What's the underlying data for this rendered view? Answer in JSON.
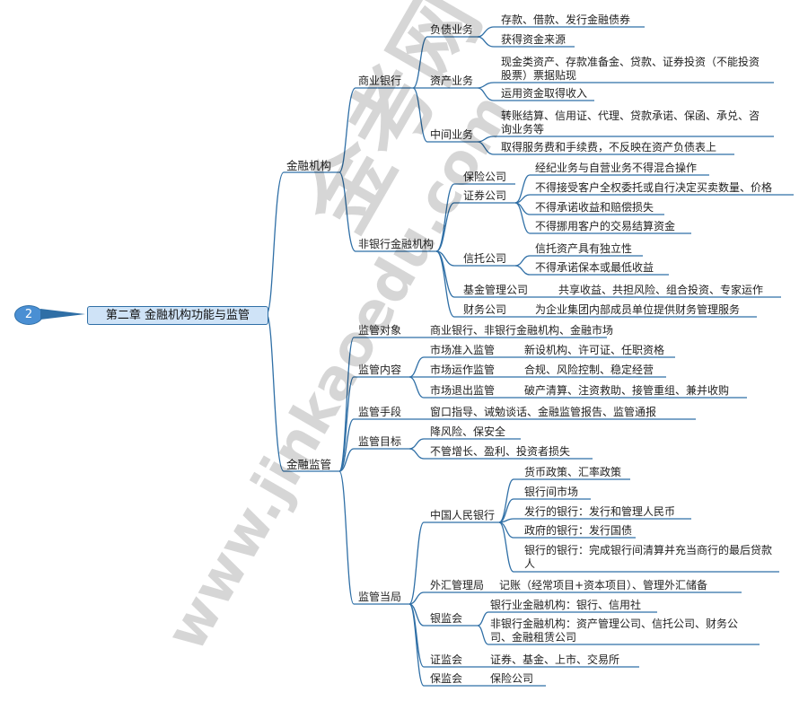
{
  "badge": "2",
  "root": "第二章 金融机构功能与监管",
  "watermark": [
    "金考网",
    "www.jinkaoedu.com"
  ],
  "colors": {
    "line": "#2f6fa6",
    "root_fill": "#cfe3f7",
    "badge_fill": "#4a8fd3"
  },
  "labels": {
    "fin_inst": "金融机构",
    "commercial_bank": "商业银行",
    "liability": "负债业务",
    "liab_1": "存款、借款、发行金融债券",
    "liab_2": "获得资金来源",
    "asset": "资产业务",
    "asset_1": "现金类资产、存款准备金、贷款、证券投资（不能投资股票）票据贴现",
    "asset_2": "运用资金取得收入",
    "middle": "中间业务",
    "mid_1": "转账结算、信用证、代理、贷款承诺、保函、承兑、咨询业务等",
    "mid_2": "取得服务费和手续费，不反映在资产负债表上",
    "nonbank": "非银行金融机构",
    "insurance": "保险公司",
    "securities": "证券公司",
    "sec_1": "经纪业务与自营业务不得混合操作",
    "sec_2": "不得接受客户全权委托或自行决定买卖数量、价格",
    "sec_3": "不得承诺收益和赔偿损失",
    "sec_4": "不得挪用客户的交易结算资金",
    "trust": "信托公司",
    "trust_1": "信托资产具有独立性",
    "trust_2": "不得承诺保本或最低收益",
    "fund": "基金管理公司",
    "fund_1": "共享收益、共担风险、组合投资、专家运作",
    "finance_co": "财务公司",
    "finance_1": "为企业集团内部成员单位提供财务管理服务",
    "regulation": "金融监管",
    "reg_object": "监管对象",
    "reg_object_1": "商业银行、非银行金融机构、金融市场",
    "reg_content": "监管内容",
    "entry": "市场准入监管",
    "entry_1": "新设机构、许可证、任职资格",
    "operation": "市场运作监管",
    "operation_1": "合规、风险控制、稳定经营",
    "exit": "市场退出监管",
    "exit_1": "破产清算、注资救助、接管重组、兼并收购",
    "reg_means": "监管手段",
    "reg_means_1": "窗口指导、诫勉谈话、金融监管报告、监管通报",
    "reg_goal": "监管目标",
    "goal_1": "降风险、保安全",
    "goal_2": "不管增长、盈利、投资者损失",
    "reg_authority": "监管当局",
    "pboc": "中国人民银行",
    "pboc_1": "货币政策、汇率政策",
    "pboc_2": "银行间市场",
    "pboc_3": "发行的银行：发行和管理人民币",
    "pboc_4": "政府的银行：发行国债",
    "pboc_5": "银行的银行：完成银行间清算并充当商行的最后贷款人",
    "safe": "外汇管理局",
    "safe_1": "记账（经常项目+资本项目）、管理外汇储备",
    "cbrc": "银监会",
    "cbrc_1": "银行业金融机构：银行、信用社",
    "cbrc_2": "非银行金融机构：资产管理公司、信托公司、财务公司、金融租赁公司",
    "csrc": "证监会",
    "csrc_1": "证券、基金、上市、交易所",
    "circ": "保监会",
    "circ_1": "保险公司"
  }
}
